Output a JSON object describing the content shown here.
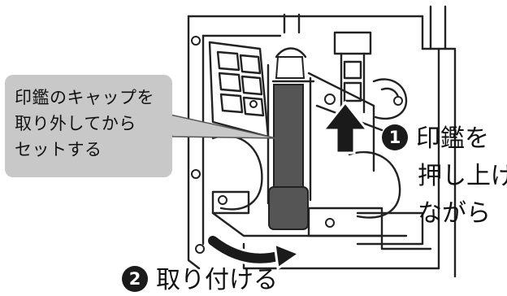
{
  "callout": {
    "lines": [
      "印鑑のキャップを",
      "取り外してから",
      "セットする"
    ]
  },
  "step1": {
    "number": "1",
    "lines": [
      "印鑑を",
      "押し上げ",
      "ながら"
    ]
  },
  "step2": {
    "number": "2",
    "label": "取り付ける"
  },
  "colors": {
    "arrow": "#1a1a1a",
    "callout_bg": "#c8c8c8",
    "stamp_body": "#555555"
  }
}
